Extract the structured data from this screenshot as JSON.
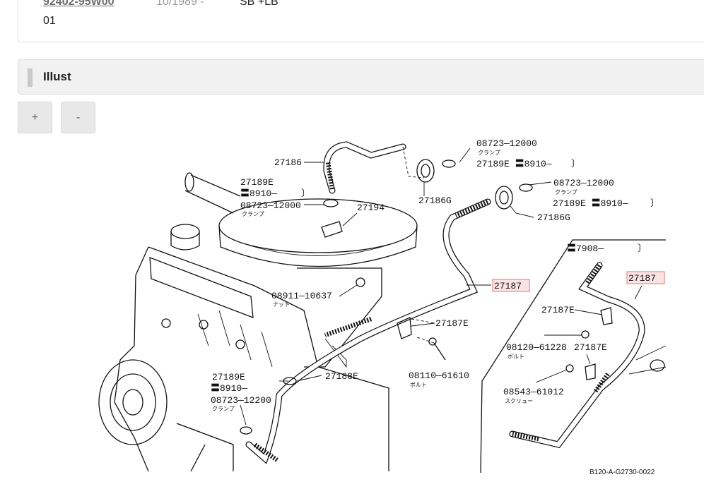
{
  "part": {
    "number": "92402-95W00",
    "date": "10/1989 -",
    "spec": "SB +LB",
    "qty": "01"
  },
  "section": {
    "title": "Illust"
  },
  "zoom": {
    "in_label": "+",
    "out_label": "-"
  },
  "diagram": {
    "code": "B120-A-G2730-0022",
    "labels": {
      "p27186": "27186",
      "p08723_a": "08723—12000",
      "clamp_a": "クランプ",
      "p27189E_a": "27189E 〓8910—",
      "p27186G_a": "27186G",
      "p08723_b": "08723—12000",
      "clamp_b": "クランプ",
      "p27189E_b": "27189E 〓8910—",
      "bracket_end": "〕",
      "p27189E_c": "27189E",
      "p8910_c": "〓8910—",
      "p08723_c": "08723—12000",
      "clamp_c": "クランプ",
      "p27194": "27194",
      "p27186G_b": "27186G",
      "p7908": "〓7908—",
      "p27187_main": "27187",
      "p27187_side": "27187",
      "p08911": "08911—10637",
      "nut": "ナット",
      "p27187E_a": "27187E",
      "p27187E_b": "27187E",
      "p08120": "08120—61228",
      "bolt_a": "ボルト",
      "p27187E_c": "27187E",
      "p27189E_d": "27189E",
      "p8910_d": "〓8910—",
      "p08723_d": "08723—12200",
      "clamp_d": "クランプ",
      "p27188E": "27188E",
      "p08110": "08110—61610",
      "bolt_b": "ボルト",
      "p08543": "08543—61012",
      "screw": "スクリュー"
    }
  }
}
